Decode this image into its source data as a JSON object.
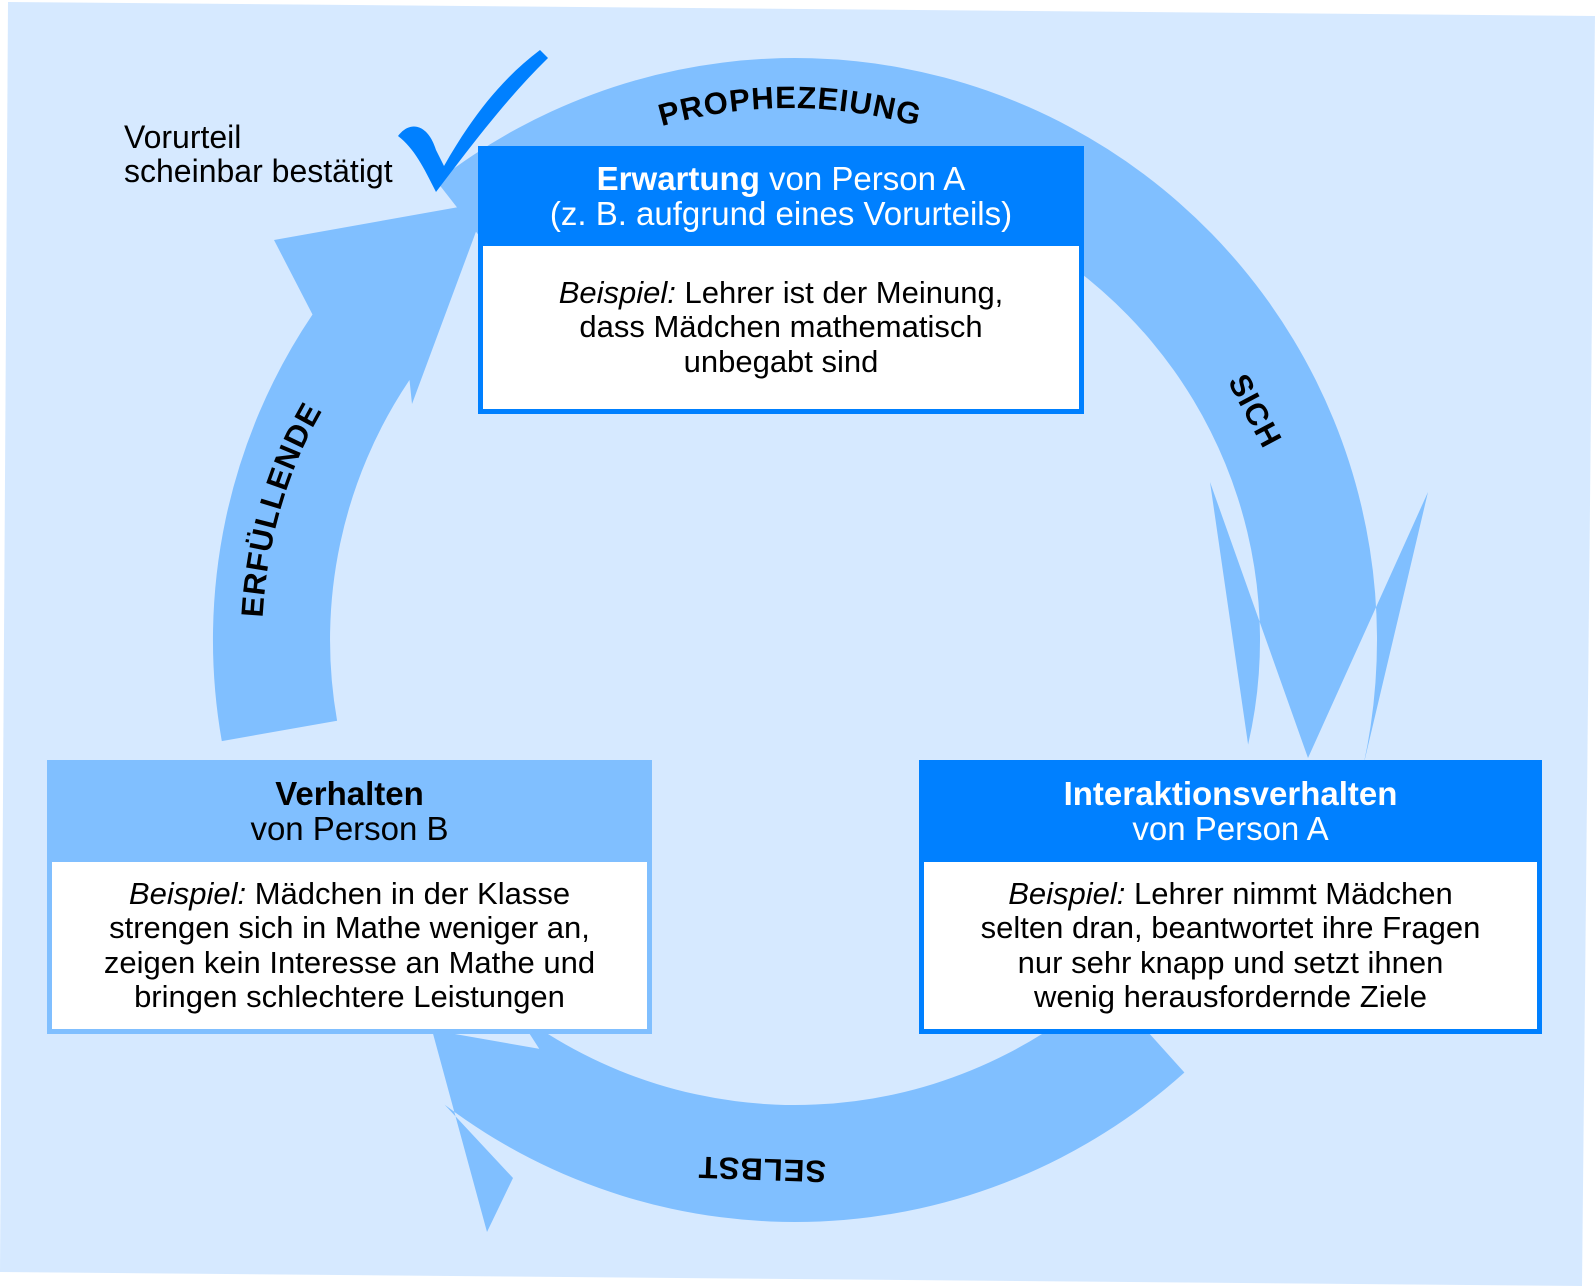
{
  "colors": {
    "panel": "#D6E9FF",
    "arrow": "#80BFFF",
    "accent": "#0080FF",
    "box_body": "#FFFFFF",
    "text": "#000000"
  },
  "note": {
    "line1": "Vorurteil",
    "line2": "scheinbar bestätigt",
    "icon": "checkmark-icon"
  },
  "cycle_labels": {
    "top": "PROPHEZEIUNG",
    "right": "SICH",
    "bottom": "SELBST",
    "left": "ERFÜLLENDE"
  },
  "boxes": {
    "expectation": {
      "title_bold": "Erwartung",
      "title_rest": " von Person A",
      "subtitle": "(z. B. aufgrund eines Vorurteils)",
      "example_label": "Beispiel:",
      "example_lines": [
        "Lehrer ist der Meinung,",
        "dass Mädchen mathematisch",
        "unbegabt sind"
      ]
    },
    "interaction": {
      "title_bold": "Interaktionsverhalten",
      "subtitle": "von Person A",
      "example_label": "Beispiel:",
      "example_lines": [
        "Lehrer nimmt Mädchen",
        "selten dran, beantwortet ihre Fragen",
        "nur sehr knapp und setzt ihnen",
        "wenig herausfordernde Ziele"
      ]
    },
    "behavior": {
      "title_bold": "Verhalten",
      "subtitle": "von Person B",
      "example_label": "Beispiel:",
      "example_lines": [
        "Mädchen in der Klasse",
        "strengen sich in Mathe weniger an,",
        "zeigen kein Interesse an Mathe und",
        "bringen schlechtere Leistungen"
      ]
    }
  }
}
